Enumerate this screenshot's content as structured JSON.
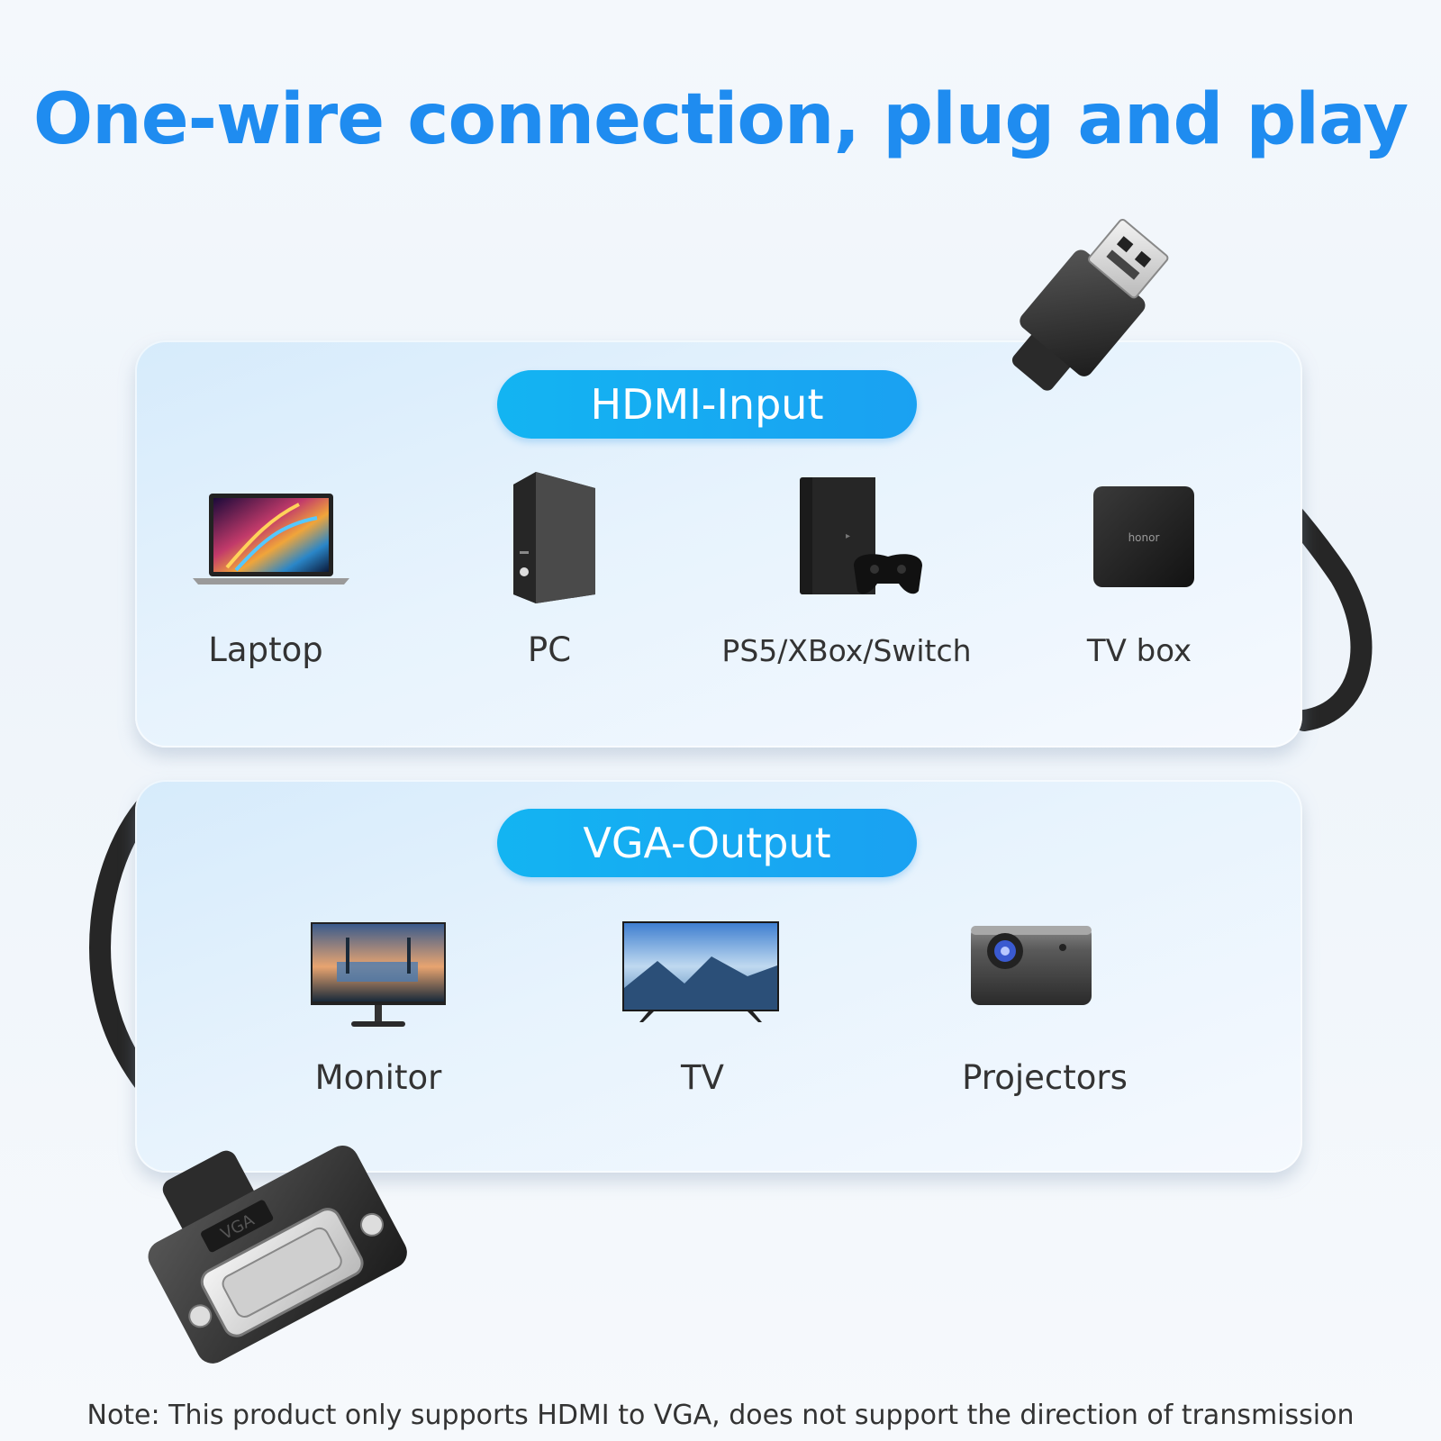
{
  "headline": "One-wire connection, plug and play",
  "input_section": {
    "title": "HDMI-Input",
    "devices": [
      {
        "label": "Laptop",
        "icon": "laptop-icon"
      },
      {
        "label": "PC",
        "icon": "pc-tower-icon"
      },
      {
        "label": "PS5/XBox/Switch",
        "icon": "game-console-icon"
      },
      {
        "label": "TV box",
        "icon": "tv-box-icon"
      }
    ],
    "tv_box_brand": "honor"
  },
  "output_section": {
    "title": "VGA-Output",
    "devices": [
      {
        "label": "Monitor",
        "icon": "monitor-icon"
      },
      {
        "label": "TV",
        "icon": "tv-icon"
      },
      {
        "label": "Projectors",
        "icon": "projector-icon"
      }
    ]
  },
  "connector_labels": {
    "vga": "VGA"
  },
  "note": "Note: This product only supports HDMI to VGA, does not support the direction of transmission",
  "colors": {
    "accent": "#1f8cf0",
    "pill": "#13b4f2",
    "text": "#333333"
  }
}
